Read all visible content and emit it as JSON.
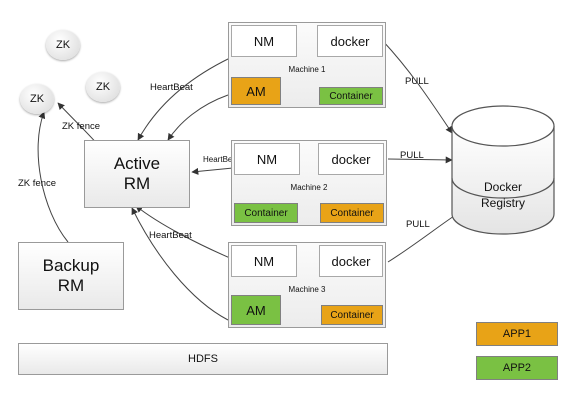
{
  "zk_nodes": [
    "ZK",
    "ZK",
    "ZK"
  ],
  "active_rm": {
    "line1": "Active",
    "line2": "RM"
  },
  "backup_rm": {
    "line1": "Backup",
    "line2": "RM"
  },
  "edges": {
    "zk_fence_active": "ZK fence",
    "zk_fence_backup": "ZK fence",
    "heartbeat_m1": "HeartBeat",
    "heartbeat_m2": "HeartBeat",
    "heartbeat_m3": "HeartBeat",
    "pull_m1": "PULL",
    "pull_m2": "PULL",
    "pull_m3": "PULL"
  },
  "machines": [
    {
      "name": "Machine 1",
      "nm": "NM",
      "docker": "docker",
      "left_tag": "AM",
      "right_tag": "Container"
    },
    {
      "name": "Machine 2",
      "nm": "NM",
      "docker": "docker",
      "left_tag": "Container",
      "right_tag": "Container"
    },
    {
      "name": "Machine 3",
      "nm": "NM",
      "docker": "docker",
      "left_tag": "AM",
      "right_tag": "Container"
    }
  ],
  "registry": {
    "line1": "Docker",
    "line2": "Registry"
  },
  "hdfs": "HDFS",
  "legend": [
    {
      "label": "APP1",
      "color": "#E8A317"
    },
    {
      "label": "APP2",
      "color": "#7AC143"
    }
  ]
}
